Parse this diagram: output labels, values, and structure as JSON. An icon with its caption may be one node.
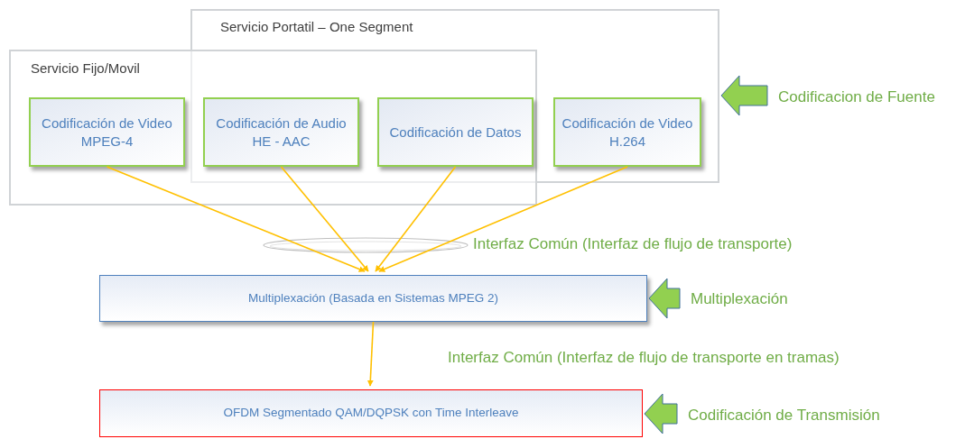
{
  "diagram": {
    "nodes": [
      {
        "text": [
          "Servicio Portatil – One Segment"
        ]
      },
      {
        "text": [
          "Servicio Fijo/Movil"
        ]
      },
      {
        "text": [
          "Codificación de Video MPEG-4"
        ],
        "in": 1
      },
      {
        "text": [
          "Codificación de Audio HE - AAC"
        ]
      },
      {
        "text": [
          "Codificación de Datos"
        ]
      },
      {
        "text": [
          "Codificación de Video H.264"
        ],
        "in": 0
      },
      {
        "text": [
          "Multiplexación (Basada en Sistemas MPEG 2)"
        ]
      },
      {
        "text": [
          "OFDM Segmentado QAM/DQPSK con Time Interleave"
        ]
      },
      {
        "text": [
          "Codificacion de Fuente"
        ]
      },
      {
        "text": [
          "Multiplexación"
        ]
      },
      {
        "text": [
          "Codificación de Transmisión"
        ]
      }
    ],
    "edges": [
      {
        "from": 2,
        "to": 6,
        "arrow": "to"
      },
      {
        "from": 3,
        "to": 6,
        "arrow": "to"
      },
      {
        "from": 4,
        "to": 6,
        "arrow": "to"
      },
      {
        "from": 5,
        "to": 6,
        "arrow": "to"
      },
      {
        "from": 6,
        "to": 7,
        "arrow": "to"
      },
      {
        "from": 8,
        "to": 0,
        "arrow": "to",
        "style": "thick",
        "color": "#92d050"
      },
      {
        "from": 9,
        "to": 6,
        "arrow": "to",
        "style": "thick",
        "color": "#92d050"
      },
      {
        "from": 10,
        "to": 7,
        "arrow": "to",
        "style": "thick",
        "color": "#92d050"
      }
    ],
    "labels": [
      "Interfaz Común (Interfaz de flujo de transporte)",
      "Interfaz Común (Interfaz de flujo de transporte en tramas)"
    ]
  }
}
